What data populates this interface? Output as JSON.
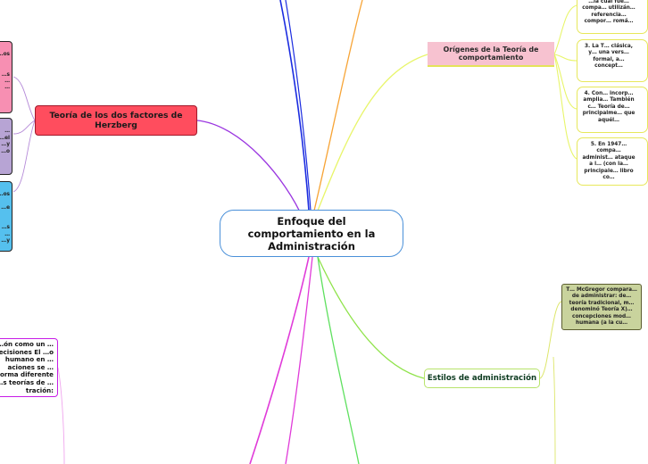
{
  "central_topic": "Enfoque del comportamiento en la Administración",
  "branches": {
    "herzberg": {
      "label": "Teoría de los dos factores de Herzberg"
    },
    "origenes": {
      "label": "Orígenes de la Teoría de comportamiento"
    },
    "estilos": {
      "label": "Estilos de administración"
    },
    "decisiones": {
      "label": "…ón como un …ecisiones El …o humano en …aciones se …orma diferente …s teorías de …tración:"
    }
  },
  "origenes_items": [
    {
      "text": "…la cual fue… compa… utilizán… referencia… compor… romá…"
    },
    {
      "text": "3. La T… clásica, y… una vers… formal, a… concept…"
    },
    {
      "text": "4. Con… incorp… amplia… También c… Teoría de… principalme… que aquél…"
    },
    {
      "text": "5. En 1947… compa… administ… ataque a l… (con la… principale… libro co…"
    }
  ],
  "herzberg_items": [
    {
      "text": "…os\n\n\n…s\n…\n…"
    },
    {
      "text": "…\n…el\n…y\n…o"
    },
    {
      "text": "…os\n\n…e\n\n\n…s\n…\n…y"
    }
  ],
  "estilos_items": [
    {
      "text": "T… McGregor compara… de administrar: de… teoría tradicional, m… denominó Teoría X)… concepciones mod… humana (a la cu…"
    }
  ],
  "colors": {
    "central_border": "#4a90d9",
    "herzberg_fill": "#ff4d5e",
    "origenes_fill": "#f7c2d0",
    "estilos_border": "#b7e36b",
    "mcgregor_fill": "#c9d39d",
    "herz_sub_pink": "#f78fb2",
    "herz_sub_purple": "#b7a4d4",
    "herz_sub_blue": "#55c0ee",
    "line_blue": "#1b2ce0",
    "line_orange": "#f7a436",
    "line_yellow": "#e8f56a",
    "line_purple": "#9a35e0",
    "line_magenta": "#e03bd9",
    "line_green": "#5fe05f"
  }
}
